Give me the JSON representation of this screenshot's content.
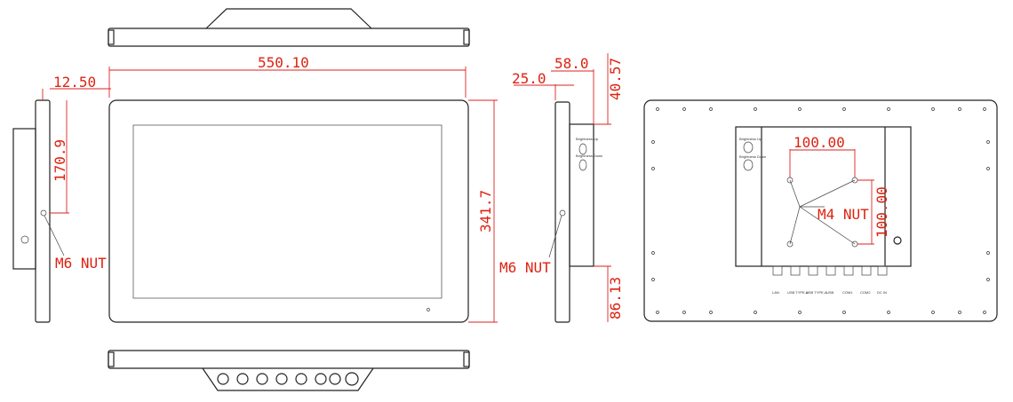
{
  "dimensions": {
    "width": "550.10",
    "height": "341.7",
    "bezel_depth": "12.50",
    "side_mount_height": "170.9",
    "side_depth_total": "58.0",
    "side_depth_bezel": "25.0",
    "side_top_offset": "40.57",
    "side_bottom_offset": "86.13",
    "vesa_horizontal": "100.00",
    "vesa_vertical": "100.00"
  },
  "callouts": {
    "left_nut": "M6 NUT",
    "right_nut": "M6 NUT",
    "vesa_nut": "M4 NUT"
  },
  "buttons": [
    "Brightness Up",
    "Brightness Down"
  ],
  "io_ports": [
    "LAN",
    "USB TYPE-A",
    "USB TYPE-A",
    "USB",
    "COM1",
    "COM2",
    "DC IN"
  ]
}
